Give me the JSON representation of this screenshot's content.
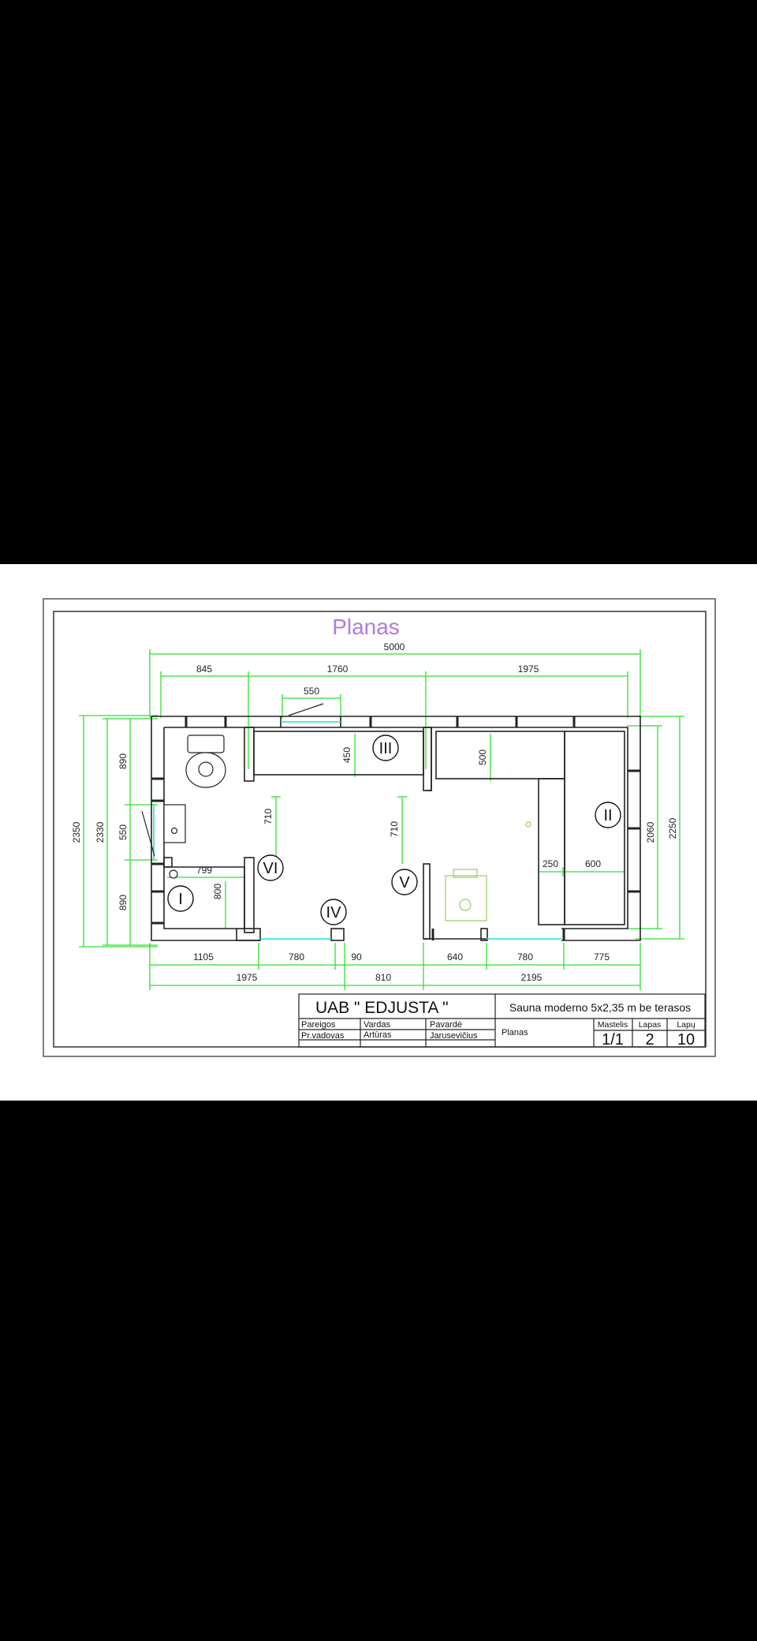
{
  "title": "Planas",
  "dims": {
    "top_total": "5000",
    "top_845": "845",
    "top_1760": "1760",
    "top_1975": "1975",
    "door_550": "550",
    "left_2350": "2350",
    "left_2330": "2330",
    "left_890_top": "890",
    "left_550": "550",
    "left_890_bottom": "890",
    "right_2060": "2060",
    "right_2250": "2250",
    "bottom_1105": "1105",
    "bottom_780_left": "780",
    "bottom_90": "90",
    "bottom_640": "640",
    "bottom_780_right": "780",
    "bottom_775": "775",
    "bottom_1975": "1975",
    "bottom_810": "810",
    "bottom_2195": "2195",
    "inner_450": "450",
    "inner_500": "500",
    "inner_710_left": "710",
    "inner_710_right": "710",
    "inner_799": "799",
    "inner_800": "800",
    "inner_250": "250",
    "inner_600": "600"
  },
  "rooms": {
    "i": "I",
    "ii": "II",
    "iii": "III",
    "iv": "IV",
    "v": "V",
    "vi": "VI"
  },
  "title_block": {
    "company": "UAB  \" EDJUSTA \"",
    "project": "Sauna moderno 5x2,35 m be terasos",
    "col_pareigos": "Pareigos",
    "col_vardas": "Vardas",
    "col_pavarde": "Pavardė",
    "role": "Pr.vadovas",
    "name": "Artūras",
    "surname": "Jarusevičius",
    "sheet_name": "Planas",
    "mastelis_label": "Mastelis",
    "lapas_label": "Lapas",
    "lapu_label": "Lapų",
    "mastelis_value": "1/1",
    "lapas_value": "2",
    "lapu_value": "10"
  },
  "colors": {
    "dimension": "#33dd33",
    "wall": "#222222",
    "glass": "#22dddd",
    "title": "#b07ae0",
    "stove": "#99cc66"
  }
}
